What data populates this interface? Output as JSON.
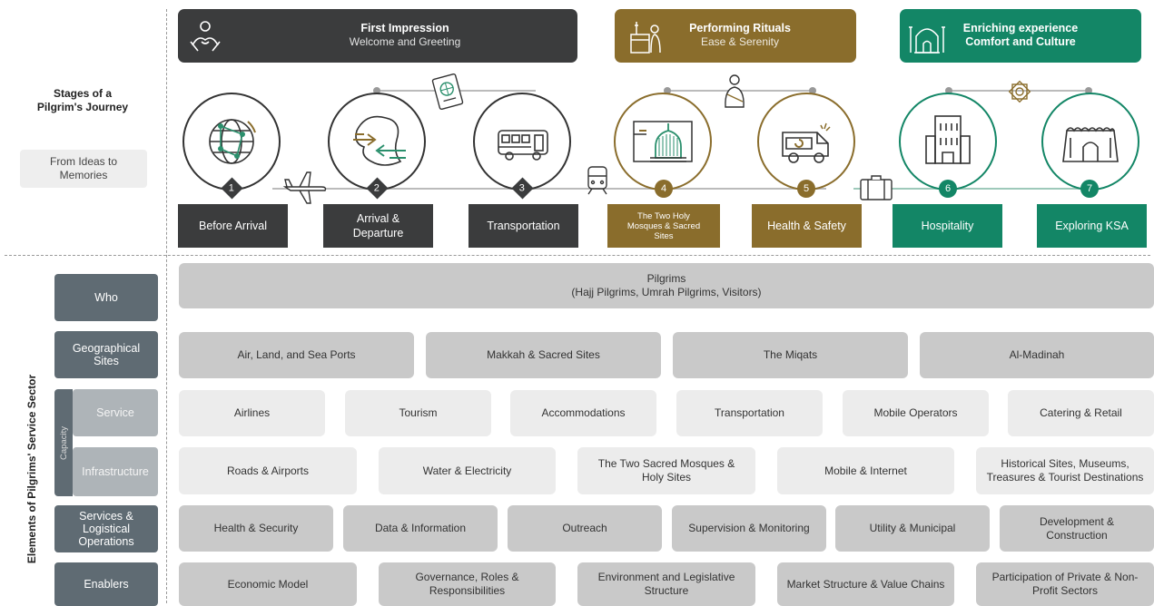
{
  "colors": {
    "dark": "#3b3c3d",
    "gold": "#8a6d2c",
    "green": "#138666",
    "gray_cell": "#c9c9c9",
    "light_cell": "#ececec",
    "label": "#5f6b73"
  },
  "banners": [
    {
      "title": "First Impression",
      "subtitle": "Welcome and Greeting",
      "icon": "care-hands-icon"
    },
    {
      "title": "Performing  Rituals",
      "subtitle": "Ease & Serenity",
      "icon": "pilgrim-kaaba-icon"
    },
    {
      "title": "Enriching experience",
      "subtitle": "Comfort and Culture",
      "icon": "mosque-icon"
    }
  ],
  "left_panel": {
    "stages_title": "Stages of a\nPilgrim's Journey",
    "memories": "From Ideas to\nMemories"
  },
  "stages": [
    {
      "num": "1",
      "label": "Before Arrival",
      "icon": "globe-network-icon"
    },
    {
      "num": "2",
      "label": "Arrival &\nDeparture",
      "icon": "arrival-departure-icon"
    },
    {
      "num": "3",
      "label": "Transportation",
      "icon": "bus-icon"
    },
    {
      "num": "4",
      "label": "The Two Holy\nMosques & Sacred\nSites",
      "icon": "mosque-dome-icon"
    },
    {
      "num": "5",
      "label": "Health & Safety",
      "icon": "ambulance-icon"
    },
    {
      "num": "6",
      "label": "Hospitality",
      "icon": "hotel-icon"
    },
    {
      "num": "7",
      "label": "Exploring  KSA",
      "icon": "heritage-fort-icon"
    }
  ],
  "connector_icons": [
    "airplane-icon",
    "passport-icon",
    "train-icon",
    "ihram-pilgrim-icon",
    "luggage-icon",
    "islamic-star-icon"
  ],
  "vertical_title": "Elements of Pilgrims' Service Sector",
  "capacity_label": "Capacity",
  "rows": [
    {
      "label": "Who",
      "cells": [
        "Pilgrims\n(Hajj Pilgrims, Umrah Pilgrims, Visitors)"
      ]
    },
    {
      "label": "Geographical\nSites",
      "cells": [
        "Air, Land, and Sea Ports",
        "Makkah & Sacred Sites",
        "The Miqats",
        "Al-Madinah"
      ]
    },
    {
      "label": "Service",
      "cells": [
        "Airlines",
        "Tourism",
        "Accommodations",
        "Transportation",
        "Mobile Operators",
        "Catering & Retail"
      ]
    },
    {
      "label": "Infrastructure",
      "cells": [
        "Roads & Airports",
        "Water & Electricity",
        "The Two Sacred Mosques &\nHoly Sites",
        "Mobile & Internet",
        "Historical Sites, Museums,\nTreasures & Tourist Destinations"
      ]
    },
    {
      "label": "Services &\nLogistical\nOperations",
      "cells": [
        "Health & Security",
        "Data & Information",
        "Outreach",
        "Supervision & Monitoring",
        "Utility & Municipal",
        "Development &\nConstruction"
      ]
    },
    {
      "label": "Enablers",
      "cells": [
        "Economic Model",
        "Governance, Roles &\nResponsibilities",
        "Environment and Legislative\nStructure",
        "Market Structure & Value Chains",
        "Participation of Private & Non-\nProfit Sectors"
      ]
    }
  ]
}
